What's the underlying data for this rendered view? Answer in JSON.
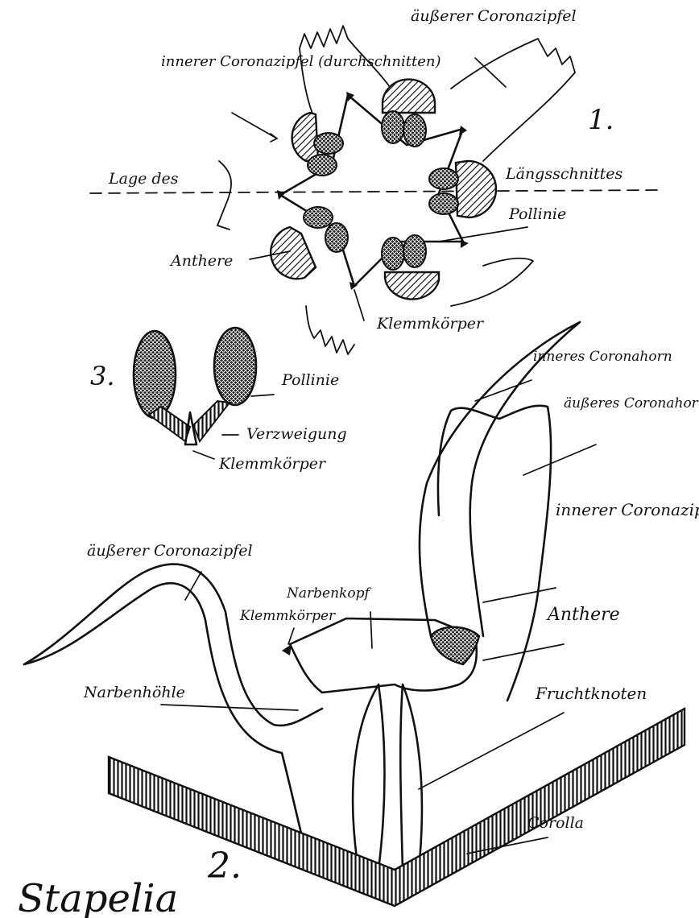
{
  "labels": {
    "outer_corona_lobe_top": "äußerer Coronazipfel",
    "inner_corona_lobe_cut": "innerer Coronazipfel (durchschnitten)",
    "section_position_left": "Lage des",
    "section_position_right": "Längsschnittes",
    "pollinia_fig1": "Pollinie",
    "anther_fig1": "Anthere",
    "retinaculum_fig1": "Klemmkörper",
    "figure_1": "1.",
    "figure_2": "2.",
    "figure_3": "3.",
    "pollinia_fig3": "Pollinie",
    "branching": "Verzweigung",
    "retinaculum_fig3": "Klemmkörper",
    "inner_corona_horn": "inneres Coronahorn",
    "outer_corona_horn": "äußeres Coronahorn",
    "inner_corona_lobe": "innerer Coronazipfel",
    "outer_corona_lobe_left": "äußerer Coronazipfel",
    "stigma_head": "Narbenkopf",
    "retinaculum_fig2": "Klemmkörper",
    "anther_fig2": "Anthere",
    "stigma_cavity": "Narbenhöhle",
    "ovary": "Fruchtknoten",
    "corolla": "Corolla",
    "genus": "Stapelia"
  }
}
